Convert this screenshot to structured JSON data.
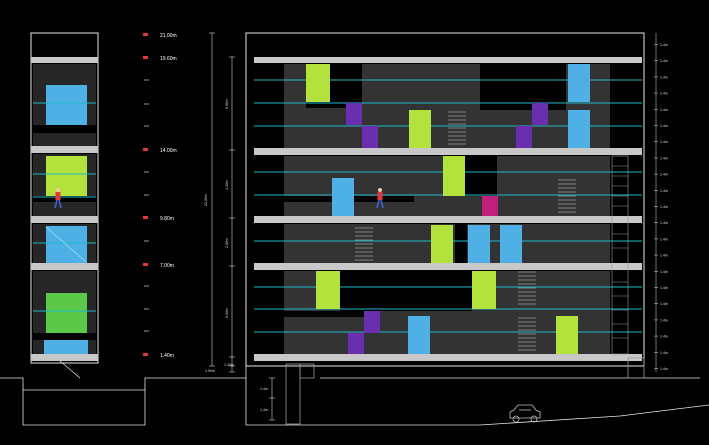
{
  "drawing": {
    "colors": {
      "background": "#000000",
      "outline": "#e6e6e6",
      "slab": "#c8c8c8",
      "room": "#2f2f2f",
      "cyan": "#1fb8c8",
      "blue": "#4fb0e6",
      "lime": "#b4e23c",
      "green": "#5cc84a",
      "purple": "#6a2fb0",
      "magenta": "#c21e7c",
      "marker": "#e23a3a"
    },
    "elevation_markers": [
      {
        "id": "m21",
        "label": "21.00m",
        "value": 21.0
      },
      {
        "id": "m1960",
        "label": "19.60m",
        "value": 19.6
      },
      {
        "id": "m14",
        "label": "14.00m",
        "value": 14.0
      },
      {
        "id": "m980",
        "label": "9.80m",
        "value": 9.8
      },
      {
        "id": "m7",
        "label": "7.00m",
        "value": 7.0
      },
      {
        "id": "m140",
        "label": "1.40m",
        "value": 1.4
      }
    ],
    "dimensions": {
      "overall": "22.00m",
      "segment_upper": "5.60m",
      "segment_mid": "4.20m",
      "segment_low": "2.80m",
      "segment_base": "5.60m",
      "ground_gap": "1.00m",
      "base_step": "1.40m",
      "floor_step": "1.4m",
      "basement_1": "1.4m",
      "basement_2": "1.4m"
    },
    "right_scale_count": 21,
    "right_scale_label": "1.4m",
    "icons": [
      "person-figure-icon",
      "car-icon"
    ]
  }
}
